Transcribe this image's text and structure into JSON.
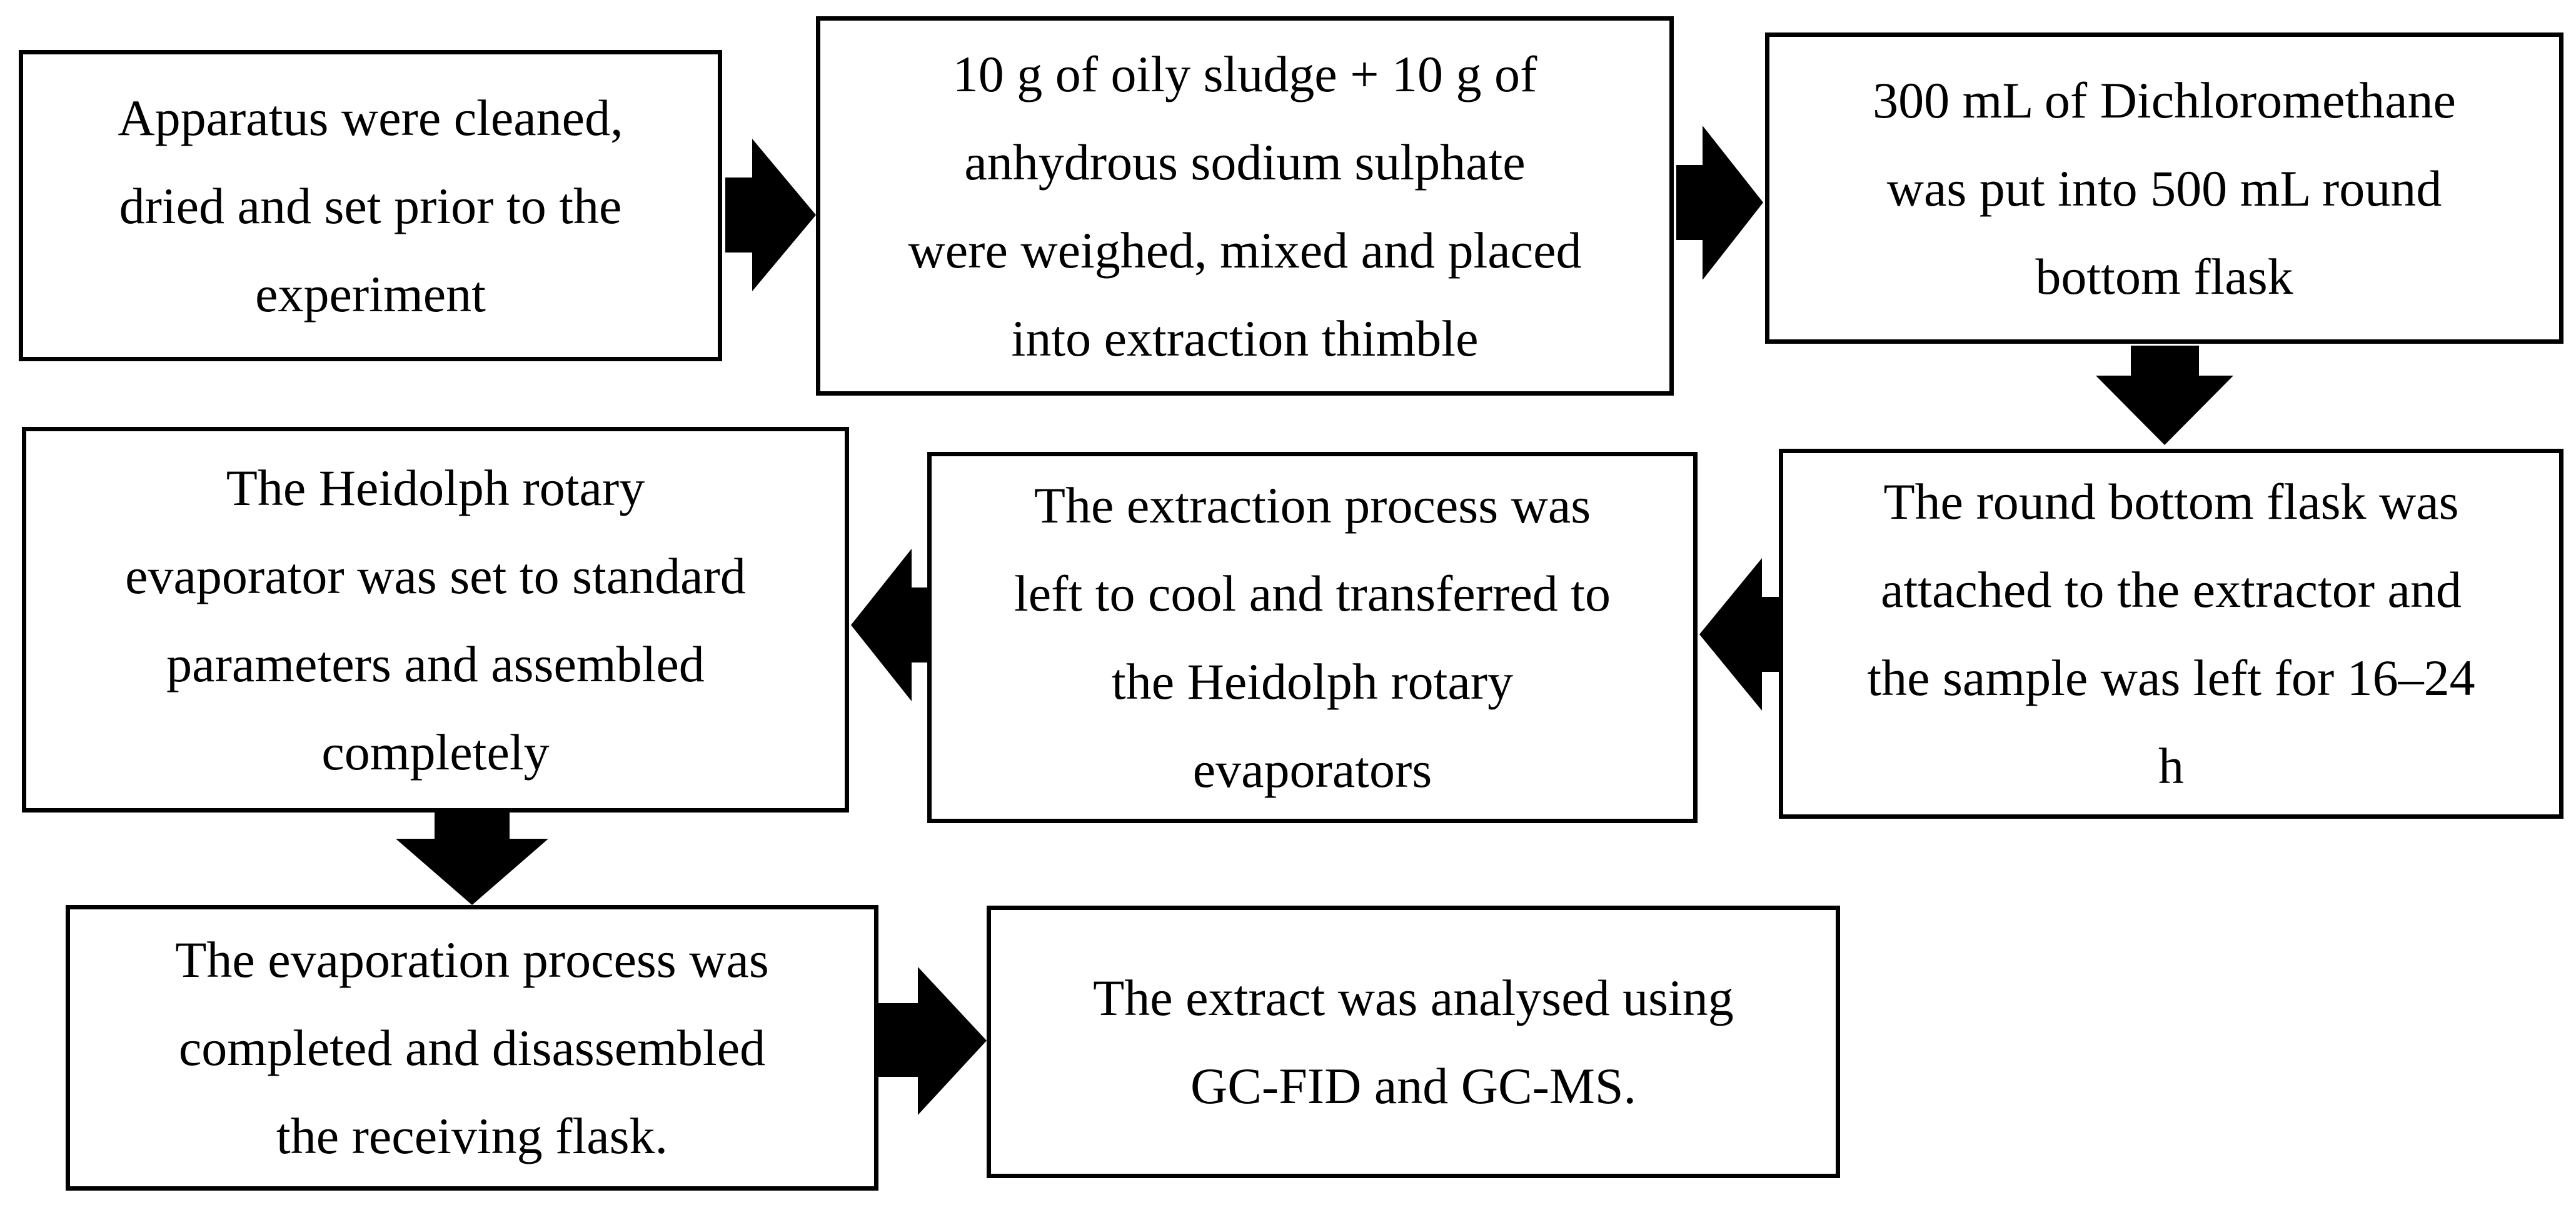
{
  "diagram": {
    "type": "flowchart",
    "background_color": "#ffffff",
    "box_fill_color": "#ffffff",
    "box_border_color": "#000000",
    "text_color": "#000000",
    "arrow_color": "#000000",
    "steps": [
      {
        "id": 1,
        "text": "Apparatus were cleaned,\ndried and set prior to the\nexperiment"
      },
      {
        "id": 2,
        "text": "10 g of oily sludge + 10 g of\nanhydrous sodium sulphate\nwere weighed, mixed and placed\ninto extraction thimble"
      },
      {
        "id": 3,
        "text": "300 mL of Dichloromethane\nwas put into 500 mL round\nbottom flask"
      },
      {
        "id": 4,
        "text": "The round bottom flask was\nattached to the extractor and\nthe sample was left for 16–24\nh"
      },
      {
        "id": 5,
        "text": "The extraction process was\nleft to cool and transferred to\nthe Heidolph rotary\nevaporators"
      },
      {
        "id": 6,
        "text": "The Heidolph rotary\nevaporator was set to standard\nparameters and assembled\ncompletely"
      },
      {
        "id": 7,
        "text": "The evaporation process was\ncompleted and disassembled\nthe receiving flask."
      },
      {
        "id": 8,
        "text": "The extract was analysed using\nGC-FID and GC-MS."
      }
    ],
    "connections": [
      {
        "from": 1,
        "to": 2,
        "direction": "right"
      },
      {
        "from": 2,
        "to": 3,
        "direction": "right"
      },
      {
        "from": 3,
        "to": 4,
        "direction": "down"
      },
      {
        "from": 4,
        "to": 5,
        "direction": "left"
      },
      {
        "from": 5,
        "to": 6,
        "direction": "left"
      },
      {
        "from": 6,
        "to": 7,
        "direction": "down"
      },
      {
        "from": 7,
        "to": 8,
        "direction": "right"
      }
    ]
  }
}
